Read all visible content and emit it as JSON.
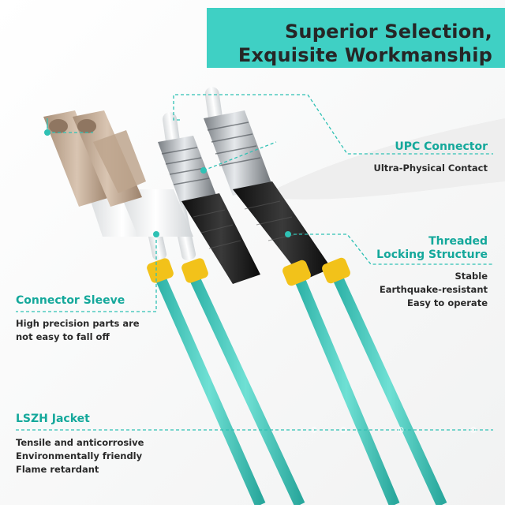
{
  "header": {
    "title_line1": "Superior Selection,",
    "title_line2": "Exquisite Workmanship"
  },
  "callouts": {
    "upc": {
      "title": "UPC Connector",
      "desc": "Ultra-Physical Contact"
    },
    "threaded": {
      "title_line1": "Threaded",
      "title_line2": "Locking Structure",
      "desc1": "Stable",
      "desc2": "Earthquake-resistant",
      "desc3": "Easy to operate"
    },
    "sleeve": {
      "title": "Connector Sleeve",
      "desc1": "High precision parts are",
      "desc2": "not easy to fall off"
    },
    "jacket": {
      "title": "LSZH Jacket",
      "desc1": "Tensile and anticorrosive",
      "desc2": "Environmentally friendly",
      "desc3": "Flame retardant"
    }
  },
  "colors": {
    "accent": "#3fd0c4",
    "label": "#14a89b",
    "cable": "#4fd1c5",
    "lc_body": "#c8b09a",
    "boot_black": "#1e1e1e",
    "clip_yellow": "#f2c21a"
  }
}
